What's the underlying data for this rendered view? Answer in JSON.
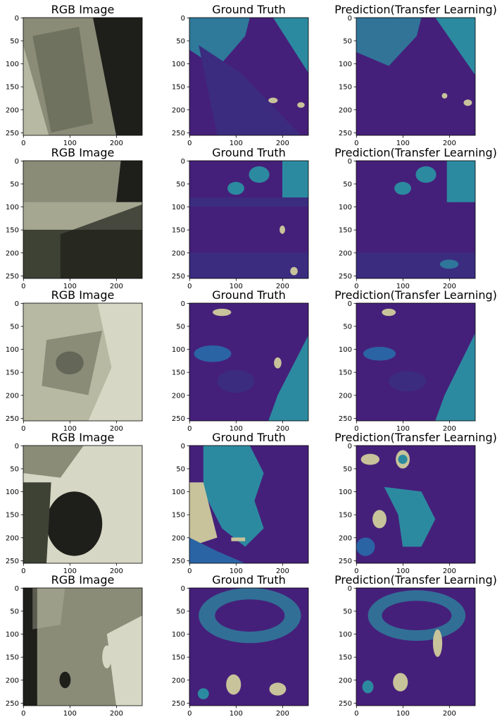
{
  "figure": {
    "columns": [
      {
        "key": "rgb",
        "title": "RGB Image"
      },
      {
        "key": "gt",
        "title": "Ground Truth"
      },
      {
        "key": "pred",
        "title": "Prediction(Transfer Learning)"
      }
    ],
    "rows": 5,
    "axis": {
      "image_size": 256,
      "x_ticks": [
        0,
        100,
        200
      ],
      "y_ticks": [
        0,
        50,
        100,
        150,
        200,
        250
      ]
    },
    "colors": {
      "class_background": "#45207a",
      "class_dark": "#3b2c80",
      "class_teal": "#2c8aa0",
      "class_blue": "#2b64a4",
      "class_cream": "#c8c39a",
      "rgb_dark": "#1e1f1a",
      "rgb_grey": "#8a8c78",
      "rgb_light": "#b8b9a2",
      "rgb_shadow": "#3e4235",
      "rgb_pale": "#d6d7c4"
    }
  }
}
